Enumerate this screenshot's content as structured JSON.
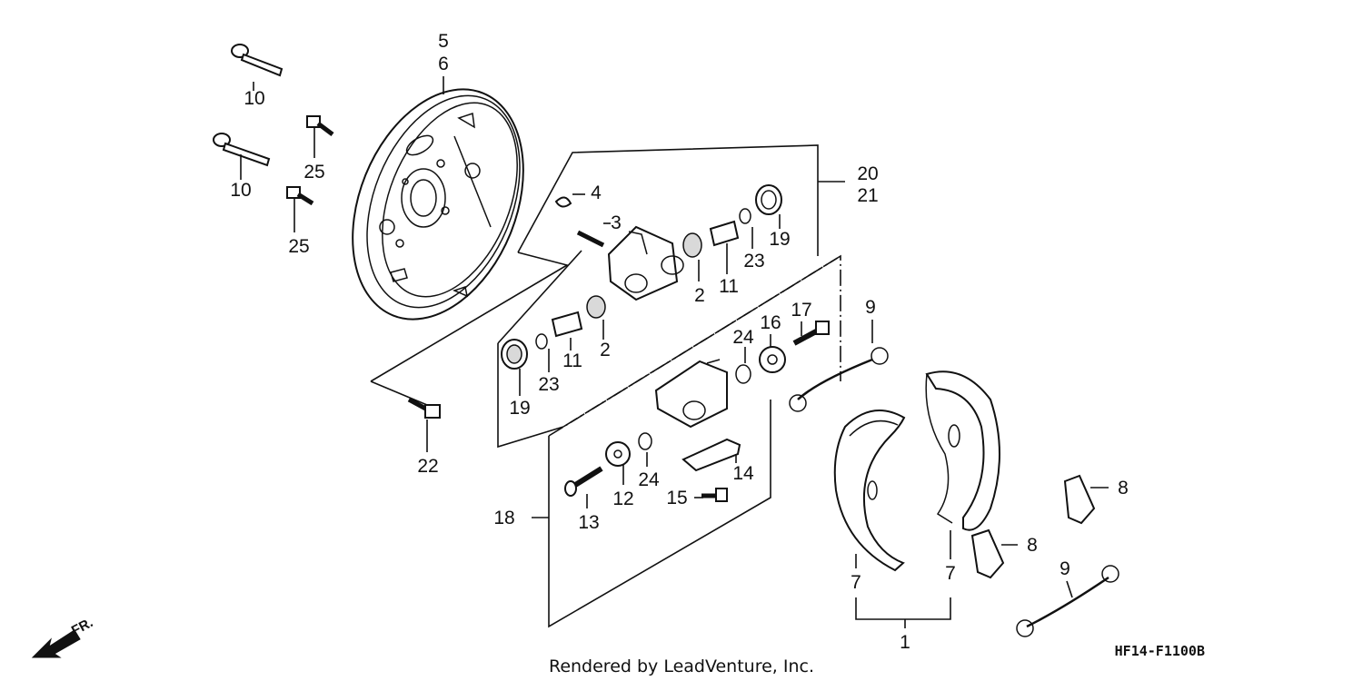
{
  "diagram": {
    "callouts": [
      {
        "id": "c5",
        "label": "5"
      },
      {
        "id": "c6",
        "label": "6"
      },
      {
        "id": "c10a",
        "label": "10"
      },
      {
        "id": "c10b",
        "label": "10"
      },
      {
        "id": "c25a",
        "label": "25"
      },
      {
        "id": "c25b",
        "label": "25"
      },
      {
        "id": "c4",
        "label": "4"
      },
      {
        "id": "c3",
        "label": "3"
      },
      {
        "id": "c20",
        "label": "20"
      },
      {
        "id": "c21",
        "label": "21"
      },
      {
        "id": "c19a",
        "label": "19"
      },
      {
        "id": "c23a",
        "label": "23"
      },
      {
        "id": "c2a",
        "label": "2"
      },
      {
        "id": "c11a",
        "label": "11"
      },
      {
        "id": "c19b",
        "label": "19"
      },
      {
        "id": "c23b",
        "label": "23"
      },
      {
        "id": "c11b",
        "label": "11"
      },
      {
        "id": "c2b",
        "label": "2"
      },
      {
        "id": "c22",
        "label": "22"
      },
      {
        "id": "c24a",
        "label": "24"
      },
      {
        "id": "c16",
        "label": "16"
      },
      {
        "id": "c17",
        "label": "17"
      },
      {
        "id": "c9a",
        "label": "9"
      },
      {
        "id": "c24b",
        "label": "24"
      },
      {
        "id": "c14",
        "label": "14"
      },
      {
        "id": "c12",
        "label": "12"
      },
      {
        "id": "c15",
        "label": "15"
      },
      {
        "id": "c13",
        "label": "13"
      },
      {
        "id": "c18",
        "label": "18"
      },
      {
        "id": "c8a",
        "label": "8"
      },
      {
        "id": "c8b",
        "label": "8"
      },
      {
        "id": "c7a",
        "label": "7"
      },
      {
        "id": "c7b",
        "label": "7"
      },
      {
        "id": "c9b",
        "label": "9"
      },
      {
        "id": "c1",
        "label": "1"
      }
    ],
    "direction_label": "FR.",
    "reference_code": "HF14-F1100B",
    "credit": "Rendered by LeadVenture, Inc."
  }
}
